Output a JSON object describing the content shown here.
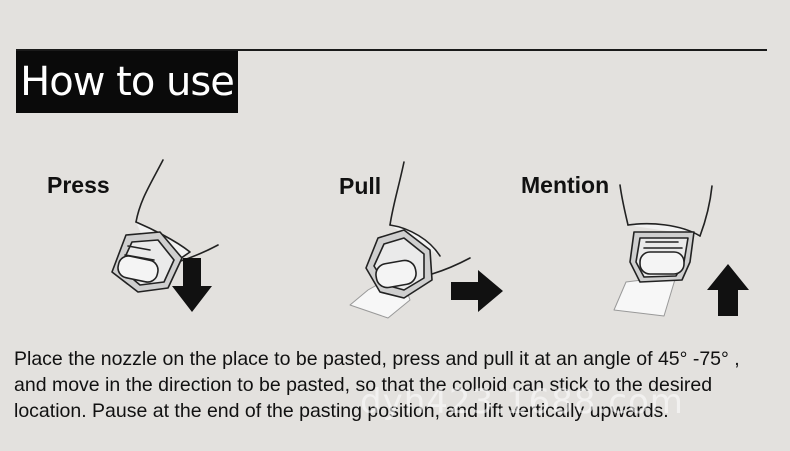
{
  "header": {
    "title": "How to use"
  },
  "steps": [
    {
      "label": "Press",
      "arrow": "arrow-down-icon"
    },
    {
      "label": "Pull",
      "arrow": "arrow-right-icon"
    },
    {
      "label": "Mention",
      "arrow": "arrow-up-icon"
    }
  ],
  "description": {
    "line1": "Place the nozzle on the place to be pasted, press and pull it at an angle of 45° -75° ,",
    "line2": "and move in the direction to be pasted, so that the colloid can stick to the desired",
    "line3": "location. Pause at the end of the pasting position, and lift vertically upwards."
  },
  "watermark": "dyh423.1688.com",
  "colors": {
    "background": "#e3e1de",
    "title_bg": "#0a0a0a",
    "title_text": "#ffffff",
    "text": "#111111"
  }
}
